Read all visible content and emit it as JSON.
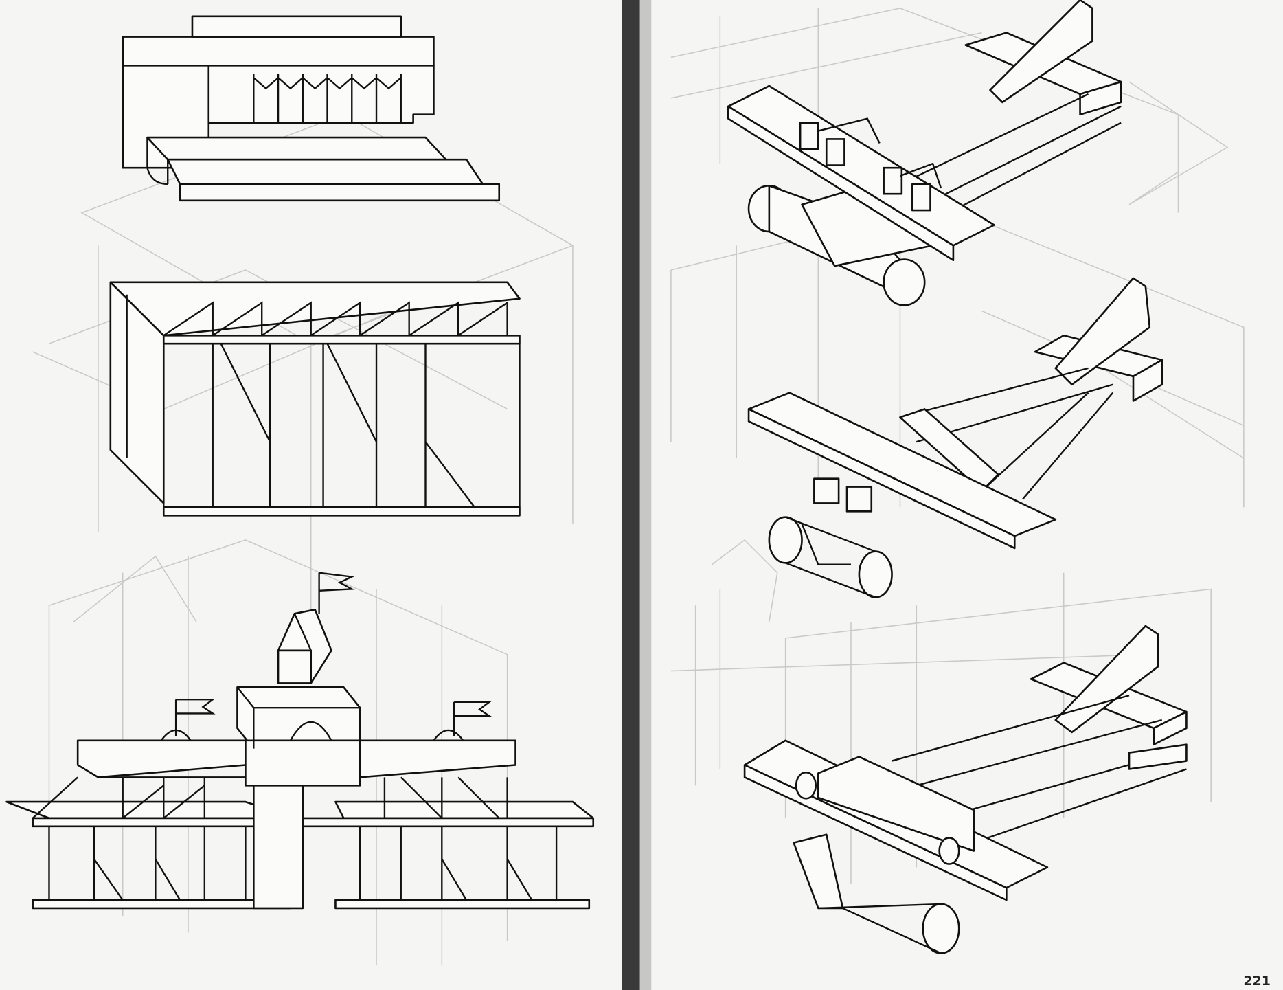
{
  "page": {
    "number": "221"
  },
  "left_page": {
    "figures": [
      "stepped-block-building",
      "open-box-shelf-structure",
      "castle-with-flags"
    ]
  },
  "right_page": {
    "figures": [
      "airplane-model-1",
      "airplane-model-2",
      "airplane-model-3"
    ]
  }
}
